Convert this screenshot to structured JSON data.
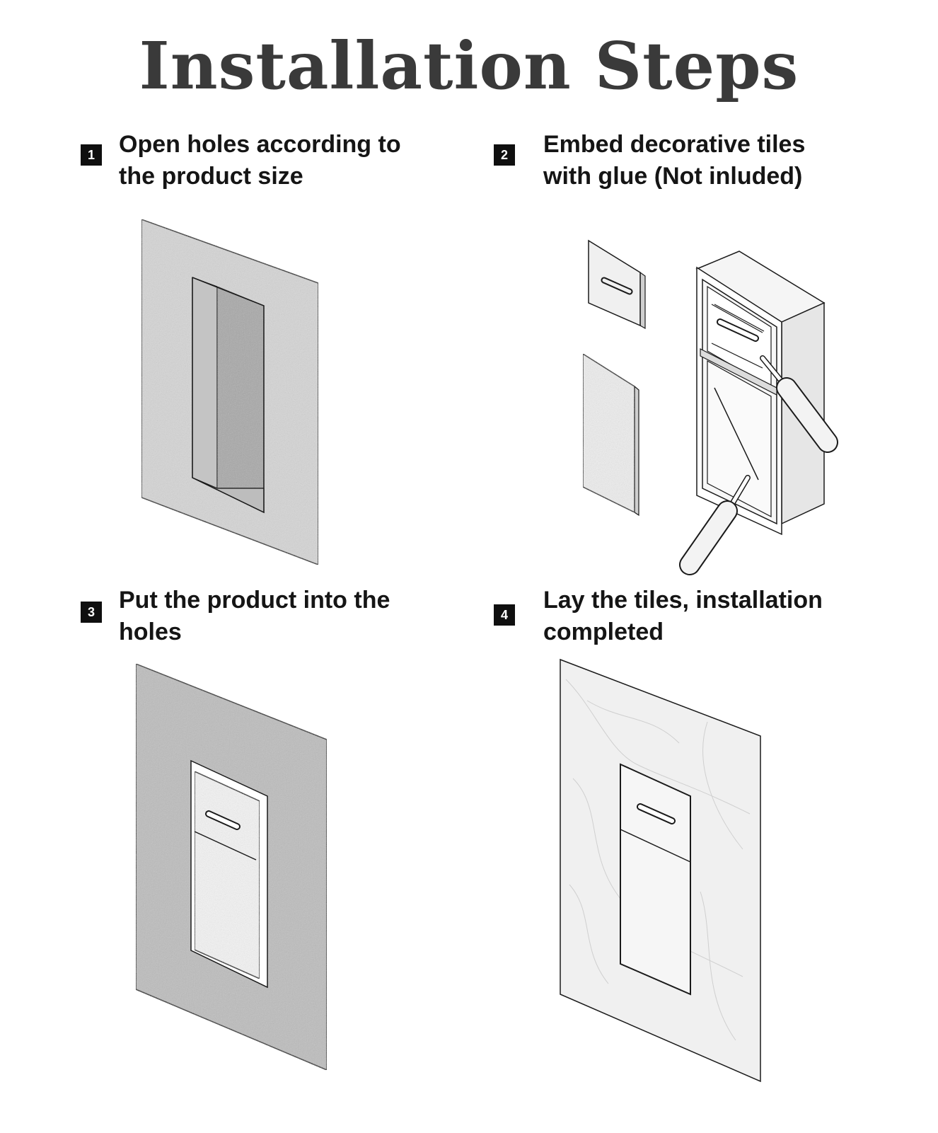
{
  "title": "Installation Steps",
  "steps": [
    {
      "number": "1",
      "lines": [
        "Open holes according to",
        "the product size"
      ]
    },
    {
      "number": "2",
      "lines": [
        "Embed decorative tiles",
        "with glue (Not inluded)"
      ]
    },
    {
      "number": "3",
      "lines": [
        "Put the product into the",
        "holes"
      ]
    },
    {
      "number": "4",
      "lines": [
        "Lay the tiles, installation",
        "completed"
      ]
    }
  ],
  "colors": {
    "wall_gray": "#d4d4d4",
    "niche_dark": "#9a9a9a",
    "marble": "#f1f1f1",
    "outline": "#1a1a1a"
  }
}
